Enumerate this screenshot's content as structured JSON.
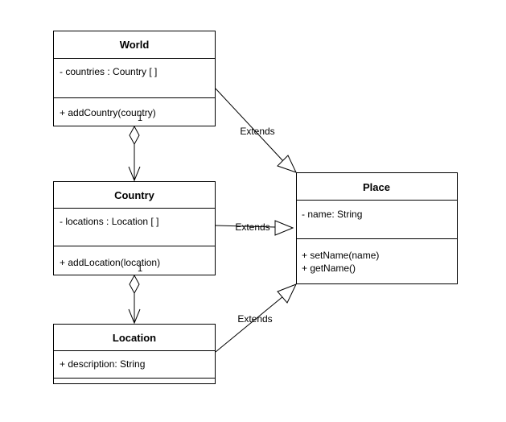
{
  "classes": {
    "world": {
      "name": "World",
      "attributes": [
        "- countries : Country [ ]"
      ],
      "operations": [
        "+ addCountry(country)"
      ]
    },
    "country": {
      "name": "Country",
      "attributes": [
        "- locations : Location [ ]"
      ],
      "operations": [
        "+ addLocation(location)"
      ]
    },
    "location": {
      "name": "Location",
      "attributes": [
        "+ description: String"
      ],
      "operations": []
    },
    "place": {
      "name": "Place",
      "attributes": [
        "- name: String"
      ],
      "operations": [
        "+ setName(name)",
        "+ getName()"
      ]
    }
  },
  "relations": {
    "world_place": "Extends",
    "country_place": "Extends",
    "location_place": "Extends"
  },
  "multiplicities": {
    "world_country": "1",
    "country_location": "1"
  }
}
